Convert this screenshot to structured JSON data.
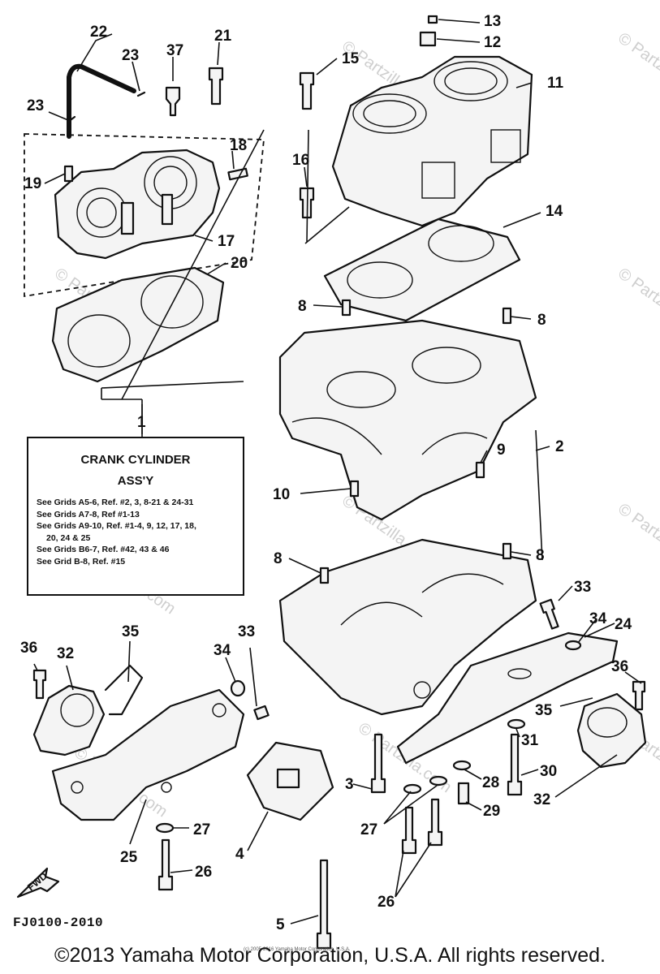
{
  "note": {
    "title_line1": "CRANK CYLINDER",
    "title_line2": "ASS'Y",
    "lines": [
      "See Grids A5-6, Ref. #2, 3, 8-21 & 24-31",
      "See Grids A7-8, Ref #1-13",
      "See Grids A9-10, Ref. #1-4, 9, 12, 17, 18,",
      "20, 24 & 25",
      "See Grids B6-7, Ref. #42, 43 & 46",
      "See Grid B-8, Ref. #15"
    ]
  },
  "drawing_code": "FJ0100-2010",
  "fwd_label": "FWD",
  "copyright": "©2013 Yamaha Motor Corporation, U.S.A. All rights reserved.",
  "small_copyright": "(c) 2005-2016 Yamaha Motor Corporation, U.S.A.",
  "watermark": "© Partzilla.com",
  "callouts": {
    "c1": "1",
    "c2": "2",
    "c3": "3",
    "c4": "4",
    "c5": "5",
    "c8a": "8",
    "c8b": "8",
    "c8c": "8",
    "c8d": "8",
    "c9": "9",
    "c10": "10",
    "c11": "11",
    "c12": "12",
    "c13": "13",
    "c14": "14",
    "c15": "15",
    "c16": "16",
    "c17": "17",
    "c18": "18",
    "c19": "19",
    "c20": "20",
    "c21": "21",
    "c22": "22",
    "c23a": "23",
    "c23b": "23",
    "c24": "24",
    "c25": "25",
    "c26a": "26",
    "c26b": "26",
    "c27a": "27",
    "c27b": "27",
    "c28": "28",
    "c29": "29",
    "c30": "30",
    "c31": "31",
    "c32a": "32",
    "c32b": "32",
    "c33a": "33",
    "c33b": "33",
    "c34a": "34",
    "c34b": "34",
    "c35a": "35",
    "c35b": "35",
    "c36a": "36",
    "c36b": "36",
    "c37": "37"
  }
}
